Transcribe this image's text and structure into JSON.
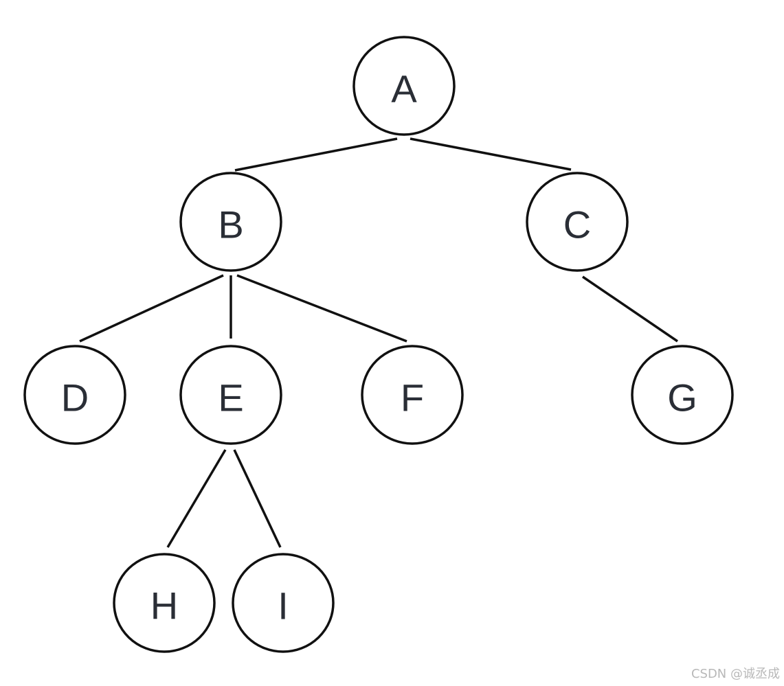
{
  "nodes": [
    {
      "id": "A",
      "label": "A"
    },
    {
      "id": "B",
      "label": "B"
    },
    {
      "id": "C",
      "label": "C"
    },
    {
      "id": "D",
      "label": "D"
    },
    {
      "id": "E",
      "label": "E"
    },
    {
      "id": "F",
      "label": "F"
    },
    {
      "id": "G",
      "label": "G"
    },
    {
      "id": "H",
      "label": "H"
    },
    {
      "id": "I",
      "label": "I"
    }
  ],
  "edges": [
    {
      "from": "A",
      "to": "B"
    },
    {
      "from": "A",
      "to": "C"
    },
    {
      "from": "B",
      "to": "D"
    },
    {
      "from": "B",
      "to": "E"
    },
    {
      "from": "B",
      "to": "F"
    },
    {
      "from": "C",
      "to": "G"
    },
    {
      "from": "E",
      "to": "H"
    },
    {
      "from": "E",
      "to": "I"
    }
  ],
  "colors": {
    "stroke": "#111111",
    "label": "#2a2e36",
    "watermark": "#b8b8b8"
  },
  "watermark": "CSDN @诚丞成"
}
